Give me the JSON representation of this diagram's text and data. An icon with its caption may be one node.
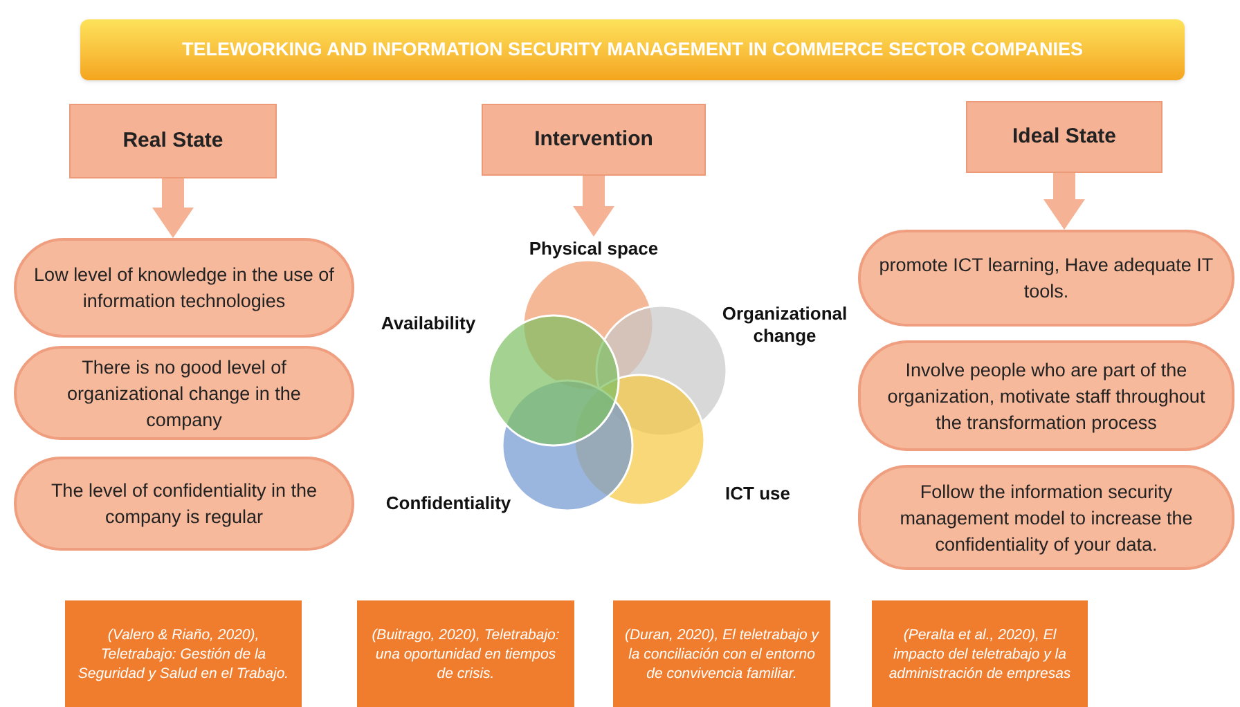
{
  "diagram": {
    "title": "TELEWORKING AND INFORMATION SECURITY MANAGEMENT IN COMMERCE SECTOR COMPANIES",
    "nodes": [
      {
        "text": [
          "Real State"
        ]
      },
      {
        "text": [
          "Intervention"
        ]
      },
      {
        "text": [
          "Ideal State"
        ]
      },
      {
        "text": [
          "Low level of knowledge in the use of information technologies"
        ]
      },
      {
        "text": [
          "There is no good level of organizational change in the company"
        ]
      },
      {
        "text": [
          "The level of confidentiality in the company is regular"
        ]
      },
      {
        "text": [
          "promote ICT learning, Have adequate IT tools."
        ]
      },
      {
        "text": [
          "Involve people who are part of the organization, motivate staff throughout the transformation process"
        ]
      },
      {
        "text": [
          "Follow the information security management model to increase the confidentiality of your data."
        ]
      },
      {
        "text": [
          "(Valero & Riaño, 2020), Teletrabajo: Gestión de la Seguridad y Salud en el Trabajo."
        ]
      },
      {
        "text": [
          "(Buitrago, 2020), Teletrabajo: una oportunidad en tiempos de crisis."
        ]
      },
      {
        "text": [
          "(Duran, 2020), El teletrabajo y la conciliación con el entorno de convivencia familiar."
        ]
      },
      {
        "text": [
          "(Peralta et al., 2020), El impacto del teletrabajo y la administración de empresas"
        ]
      },
      {
        "text": [
          "Physical space"
        ]
      }
    ],
    "edges": [
      {
        "from": 0,
        "to": 3,
        "arrow": "to"
      },
      {
        "from": 1,
        "to": 13,
        "arrow": "to"
      },
      {
        "from": 2,
        "to": 6,
        "arrow": "to"
      }
    ],
    "labels": [
      "Availability",
      "Organizational change",
      "Confidentiality",
      "ICT use"
    ]
  }
}
